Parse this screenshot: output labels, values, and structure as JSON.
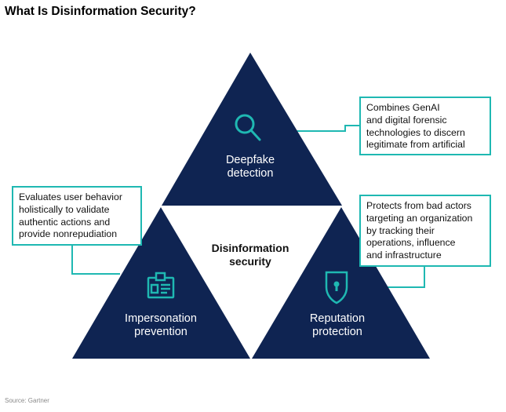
{
  "title": "What Is Disinformation Security?",
  "center_label": "Disinformation\nsecurity",
  "triangles": [
    {
      "label": "Deepfake\ndetection",
      "icon": "magnifier-icon"
    },
    {
      "label": "Impersonation\nprevention",
      "icon": "id-badge-icon"
    },
    {
      "label": "Reputation\nprotection",
      "icon": "shield-icon"
    }
  ],
  "callouts": [
    {
      "text": "Combines GenAI\nand digital forensic\ntechnologies to discern\nlegitimate from artificial"
    },
    {
      "text": "Evaluates user behavior\nholistically to validate\nauthentic actions and\nprovide nonrepudiation"
    },
    {
      "text": "Protects from bad actors\ntargeting an organization\nby tracking their\noperations, influence\nand infrastructure"
    }
  ],
  "source": "Source: Gartner",
  "colors": {
    "navy": "#0f2452",
    "teal": "#1fb8b2",
    "white": "#ffffff"
  }
}
